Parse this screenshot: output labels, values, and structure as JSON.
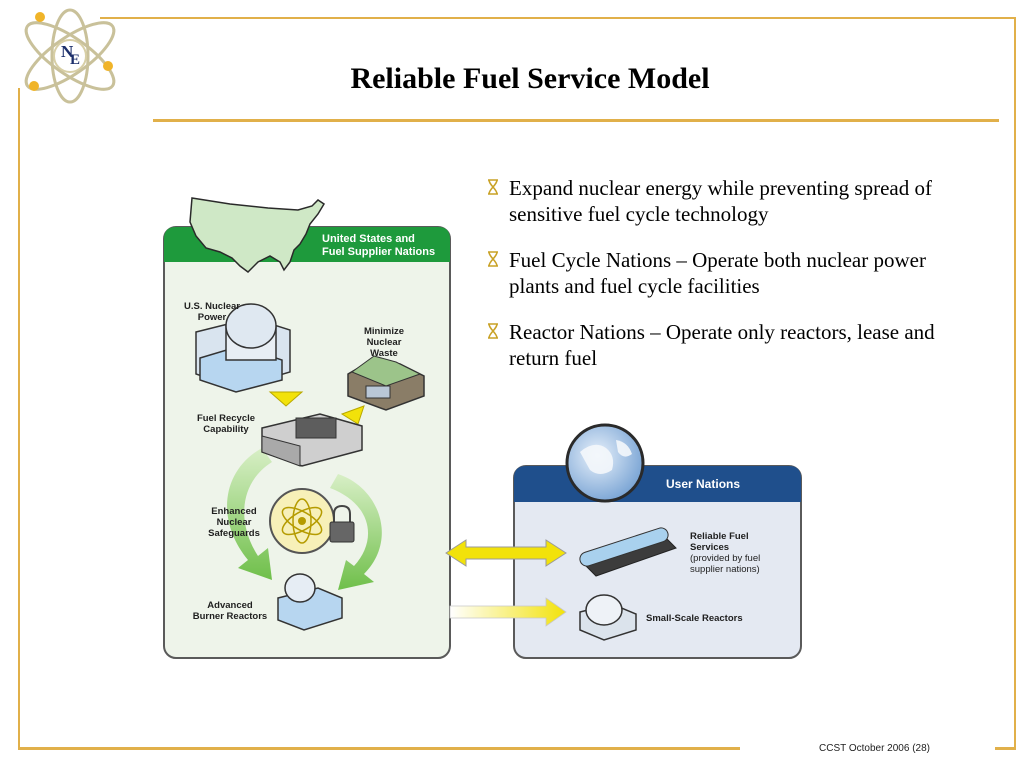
{
  "title": "Reliable Fuel Service Model",
  "logo": {
    "letters_top": "N",
    "letters_bottom": "E"
  },
  "bullets": [
    "Expand nuclear energy while preventing spread of sensitive fuel cycle technology",
    "Fuel Cycle Nations – Operate both nuclear power plants and fuel cycle facilities",
    "Reactor Nations – Operate only reactors, lease and return fuel"
  ],
  "diagram": {
    "supplier_panel": {
      "header_line1": "United States and",
      "header_line2": "Fuel Supplier Nations",
      "labels": {
        "nuclear_power_1": "U.S. Nuclear",
        "nuclear_power_2": "Power",
        "minimize_1": "Minimize",
        "minimize_2": "Nuclear",
        "minimize_3": "Waste",
        "recycle_1": "Fuel Recycle",
        "recycle_2": "Capability",
        "safeguards_1": "Enhanced",
        "safeguards_2": "Nuclear",
        "safeguards_3": "Safeguards",
        "burner_1": "Advanced",
        "burner_2": "Burner Reactors"
      }
    },
    "user_panel": {
      "header": "User Nations",
      "fuel_services_1": "Reliable Fuel",
      "fuel_services_2": "Services",
      "fuel_note_1": "(provided by fuel",
      "fuel_note_2": "supplier nations)",
      "small_reactors": "Small-Scale Reactors"
    }
  },
  "footer": "CCST October 2006 (28)",
  "colors": {
    "frame_gold": "#e1b04a",
    "green_header": "#1e9a3c",
    "blue_header": "#1f4f8c",
    "arrow_yellow": "#f2e20a"
  }
}
